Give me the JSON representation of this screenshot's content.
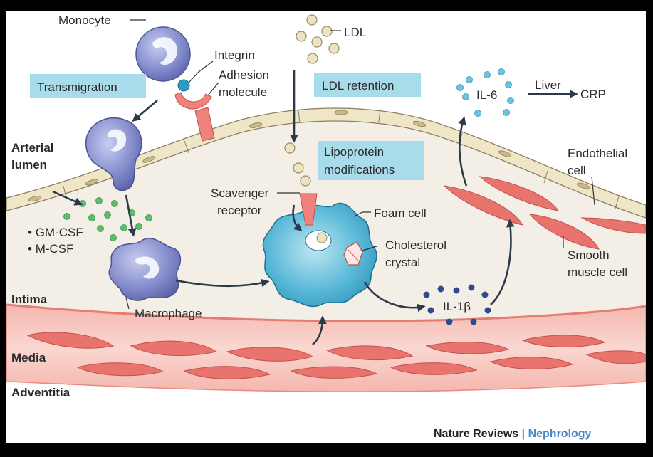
{
  "labels": {
    "monocyte": "Monocyte",
    "integrin": "Integrin",
    "adhesion_line1": "Adhesion",
    "adhesion_line2": "molecule",
    "transmigration": "Transmigration",
    "ldl": "LDL",
    "ldl_retention": "LDL retention",
    "lipoprotein_line1": "Lipoprotein",
    "lipoprotein_line2": "modifications",
    "arterial_line1": "Arterial",
    "arterial_line2": "lumen",
    "scavenger_line1": "Scavenger",
    "scavenger_line2": "receptor",
    "foam_cell": "Foam cell",
    "cholesterol_line1": "Cholesterol",
    "cholesterol_line2": "crystal",
    "gm_csf": "GM-CSF",
    "m_csf": "M-CSF",
    "macrophage": "Macrophage",
    "il1b": "IL-1β",
    "il6": "IL-6",
    "liver": "Liver",
    "crp": "CRP",
    "endothelial_line1": "Endothelial",
    "endothelial_line2": "cell",
    "smooth_line1": "Smooth",
    "smooth_line2": "muscle cell",
    "intima": "Intima",
    "media": "Media",
    "adventitia": "Adventitia"
  },
  "credit": {
    "journal": "Nature Reviews",
    "separator": "|",
    "subject": "Nephrology"
  },
  "colors": {
    "background": "#ffffff",
    "lumen": "#ffffff",
    "intima": "#f3efe7",
    "endothelium": "#efe6c8",
    "media": "#f7c9c2",
    "smooth_muscle": "#e9736d",
    "monocyte": "#7b84c2",
    "foam_cell": "#3fa7c9",
    "label_box": "#a9dcea",
    "ldl": "#ece3c6",
    "csf_dots": "#5cbd6a",
    "il1b_dots": "#2e4a8e",
    "il6_dots": "#6cc3e0",
    "credit_accent": "#4a86c5"
  }
}
